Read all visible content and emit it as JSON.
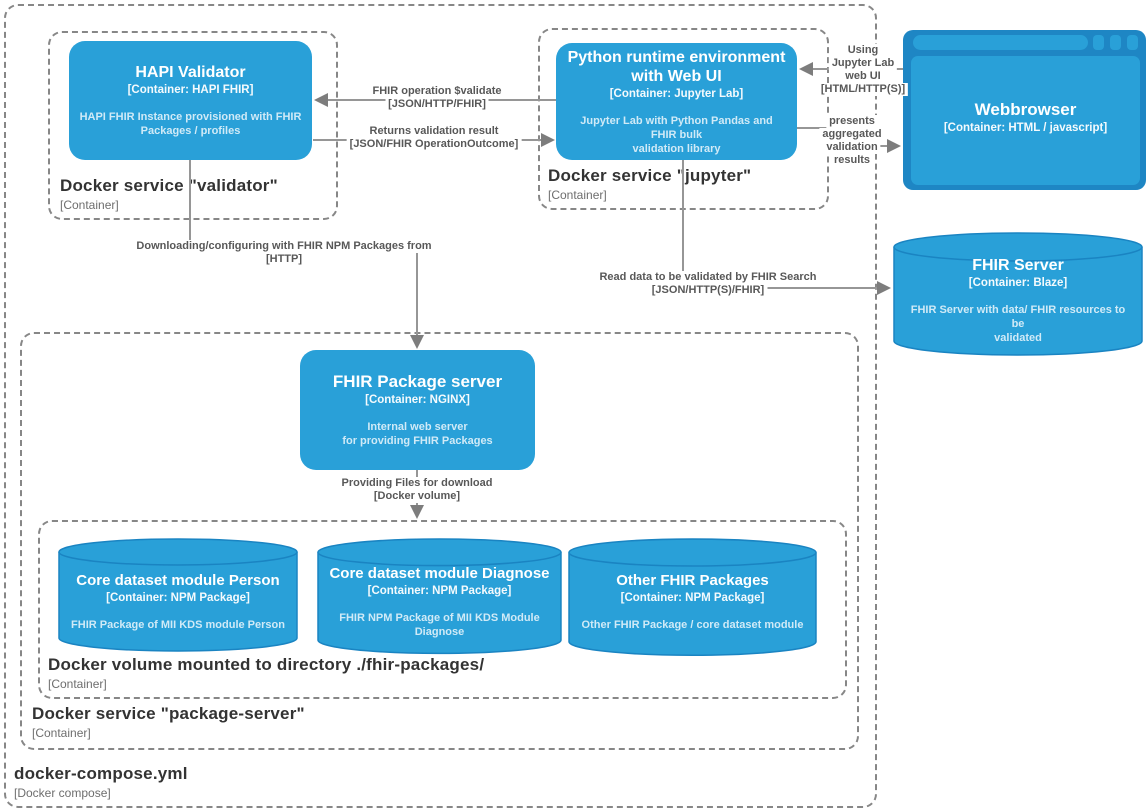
{
  "colors": {
    "node_fill": "#29A0D8",
    "node_stroke": "#1A84C2",
    "browser_frame": "#1E86C4",
    "line": "#969696",
    "arrowhead": "#7D7D7D",
    "dashed_border": "#878787",
    "group_label": "#333333",
    "relation_label": "#585858"
  },
  "groups": {
    "compose": {
      "title": "docker-compose.yml",
      "meta": "[Docker compose]"
    },
    "validator": {
      "title": "Docker service \"validator\"",
      "meta": "[Container]"
    },
    "jupyter": {
      "title": "Docker service \"jupyter\"",
      "meta": "[Container]"
    },
    "package_server": {
      "title": "Docker service \"package-server\"",
      "meta": "[Container]"
    },
    "volume": {
      "title": "Docker volume mounted to directory ./fhir-packages/",
      "meta": "[Container]"
    }
  },
  "nodes": {
    "hapi": {
      "title": "HAPI Validator",
      "meta": "[Container: HAPI FHIR]",
      "desc": "HAPI FHIR Instance provisioned with FHIR\nPackages / profiles"
    },
    "python": {
      "title": "Python runtime environment\nwith Web UI",
      "meta": "[Container: Jupyter Lab]",
      "desc": "Jupyter Lab with Python Pandas and FHIR bulk\nvalidation library"
    },
    "browser": {
      "title": "Webbrowser",
      "meta": "[Container: HTML / javascript]"
    },
    "fhir_server": {
      "title": "FHIR Server",
      "meta": "[Container: Blaze]",
      "desc": "FHIR Server with data/ FHIR resources to be\nvalidated"
    },
    "pkg_server": {
      "title": "FHIR Package server",
      "meta": "[Container: NGINX]",
      "desc": "Internal web server\nfor providing FHIR Packages"
    },
    "person": {
      "title": "Core dataset module Person",
      "meta": "[Container: NPM Package]",
      "desc": "FHIR Package of MII KDS module Person"
    },
    "diagnose": {
      "title": "Core dataset module Diagnose",
      "meta": "[Container: NPM Package]",
      "desc": "FHIR NPM Package of MII KDS Module\nDiagnose"
    },
    "other": {
      "title": "Other FHIR Packages",
      "meta": "[Container: NPM Package]",
      "desc": "Other FHIR Package / core dataset module"
    }
  },
  "relations": {
    "validate": {
      "lines": [
        "FHIR operation $validate",
        "[JSON/HTTP/FHIR]"
      ]
    },
    "returns": {
      "lines": [
        "Returns validation result",
        "[JSON/FHIR OperationOutcome]"
      ]
    },
    "using": {
      "lines": [
        "Using",
        "Jupyter Lab",
        "web UI",
        "[HTML/HTTP(S)]"
      ]
    },
    "presents": {
      "lines": [
        "presents",
        "aggregated",
        "validation",
        "results"
      ]
    },
    "download": {
      "lines": [
        "Downloading/configuring with FHIR NPM Packages from",
        "[HTTP]"
      ]
    },
    "read": {
      "lines": [
        "Read data to be validated by FHIR Search",
        "[JSON/HTTP(S)/FHIR]"
      ]
    },
    "providing": {
      "lines": [
        "Providing Files for download",
        "[Docker volume]"
      ]
    }
  }
}
